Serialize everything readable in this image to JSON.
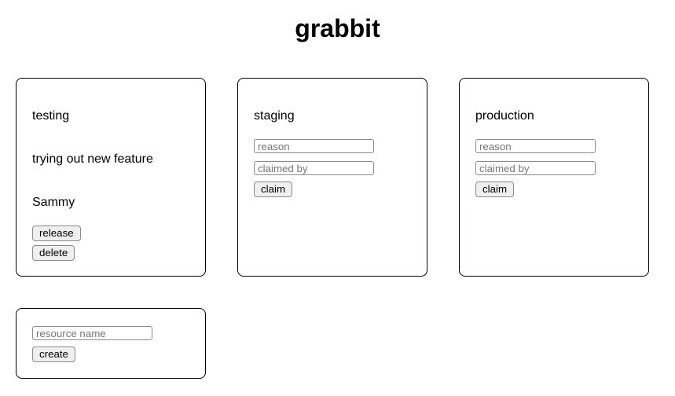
{
  "title": "grabbit",
  "cards": [
    {
      "name": "testing",
      "state": "claimed",
      "reason": "trying out new feature",
      "claimed_by": "Sammy",
      "release_label": "release",
      "delete_label": "delete"
    },
    {
      "name": "staging",
      "state": "unclaimed",
      "reason_placeholder": "reason",
      "claimed_by_placeholder": "claimed by",
      "claim_label": "claim"
    },
    {
      "name": "production",
      "state": "unclaimed",
      "reason_placeholder": "reason",
      "claimed_by_placeholder": "claimed by",
      "claim_label": "claim"
    }
  ],
  "create_card": {
    "name_placeholder": "resource name",
    "create_label": "create"
  },
  "colors": {
    "card_border": "#000000",
    "button_bg": "#efefef",
    "button_border": "#8a8a8a",
    "input_border": "#8b8b8b",
    "placeholder_text": "#757575"
  }
}
